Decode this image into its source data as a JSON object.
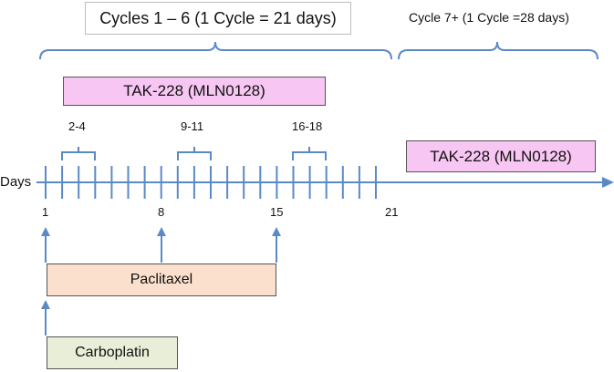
{
  "cycles_left_label": "Cycles 1 – 6 (1 Cycle = 21 days)",
  "cycles_right_label": "Cycle 7+ (1 Cycle =28 days)",
  "drug_main": "TAK-228 (MLN0128)",
  "drug_continuation": "TAK-228 (MLN0128)",
  "days_label": "Days",
  "dosing_ranges": [
    "2-4",
    "9-11",
    "16-18"
  ],
  "day_markers": [
    "1",
    "8",
    "15",
    "21"
  ],
  "paclitaxel_label": "Paclitaxel",
  "carboplatin_label": "Carboplatin",
  "colors": {
    "line": "#5a8ac6",
    "tak_fill": "#f7c6f2",
    "paclitaxel_fill": "#fbe1cd",
    "carboplatin_fill": "#e9eed8"
  }
}
